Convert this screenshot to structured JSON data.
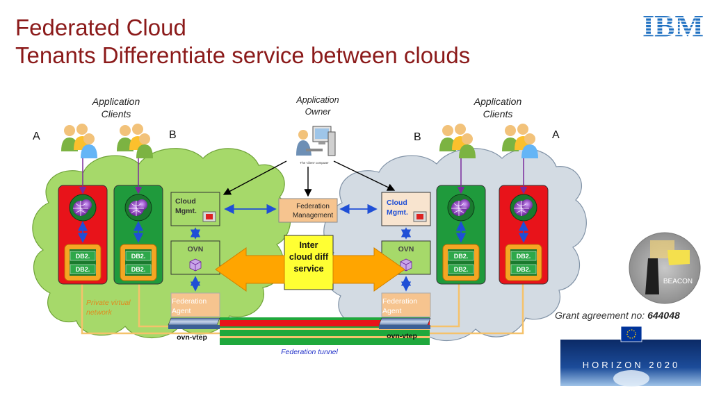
{
  "header": {
    "title_line1": "Federated Cloud",
    "title_line2": "Tenants Differentiate service between clouds"
  },
  "brand": {
    "logo_text": "IBM",
    "color": "#1f70c1"
  },
  "colors": {
    "title": "#8b1a1a",
    "red_tenant": "#e8131a",
    "green_tenant": "#1f9a3c",
    "box_green": "#a6d96a",
    "box_tan": "#f5c28a",
    "inter_yellow": "#ffff33",
    "arrow_orange": "#ffa500"
  },
  "diagram": {
    "left_clients_label": "Application\nClients",
    "owner_label": "Application\nOwner",
    "right_clients_label": "Application\nClients",
    "tag_a_left": "A",
    "tag_b_left": "B",
    "tag_b_right": "B",
    "tag_a_right": "A",
    "owner_caption": "The 'client' computer",
    "cloud_mgmt": "Cloud\nMgmt.",
    "federation_management": "Federation\nManagement",
    "inter_cloud": "Inter\ncloud diff\nservice",
    "ovn": "OVN",
    "federation_agent": "Federation\nAgent",
    "db2": "DB2.",
    "ovn_vtep": "ovn-vtep",
    "private_network": "Private virtual\nnetwork",
    "federation_tunnel": "Federation tunnel"
  },
  "beacon": {
    "label": "BEACON"
  },
  "grant": {
    "prefix": "Grant agreement no:",
    "number": "644048"
  },
  "horizon": {
    "label": "HORIZON 2020"
  }
}
